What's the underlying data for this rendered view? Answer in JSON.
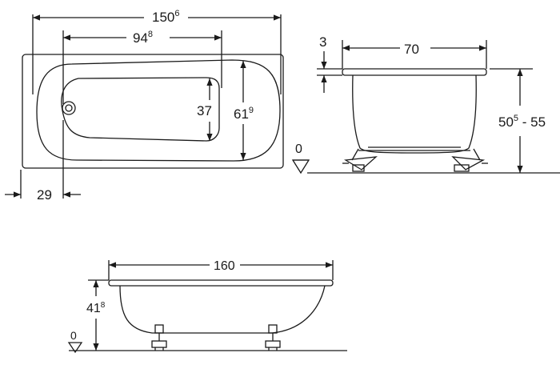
{
  "top_view": {
    "length": {
      "main": "150",
      "sup": "6"
    },
    "interior_length": {
      "main": "94",
      "sup": "8"
    },
    "interior_width": "37",
    "overall_width": {
      "main": "61",
      "sup": "9"
    },
    "drain_offset": "29"
  },
  "end_view": {
    "rim_height": "3",
    "width": "70",
    "height": {
      "main": "50",
      "sup": "5",
      "suffix": " - 55"
    },
    "floor_level": "0"
  },
  "side_view": {
    "length": "160",
    "height": {
      "main": "41",
      "sup": "8"
    },
    "floor_level": "0"
  }
}
